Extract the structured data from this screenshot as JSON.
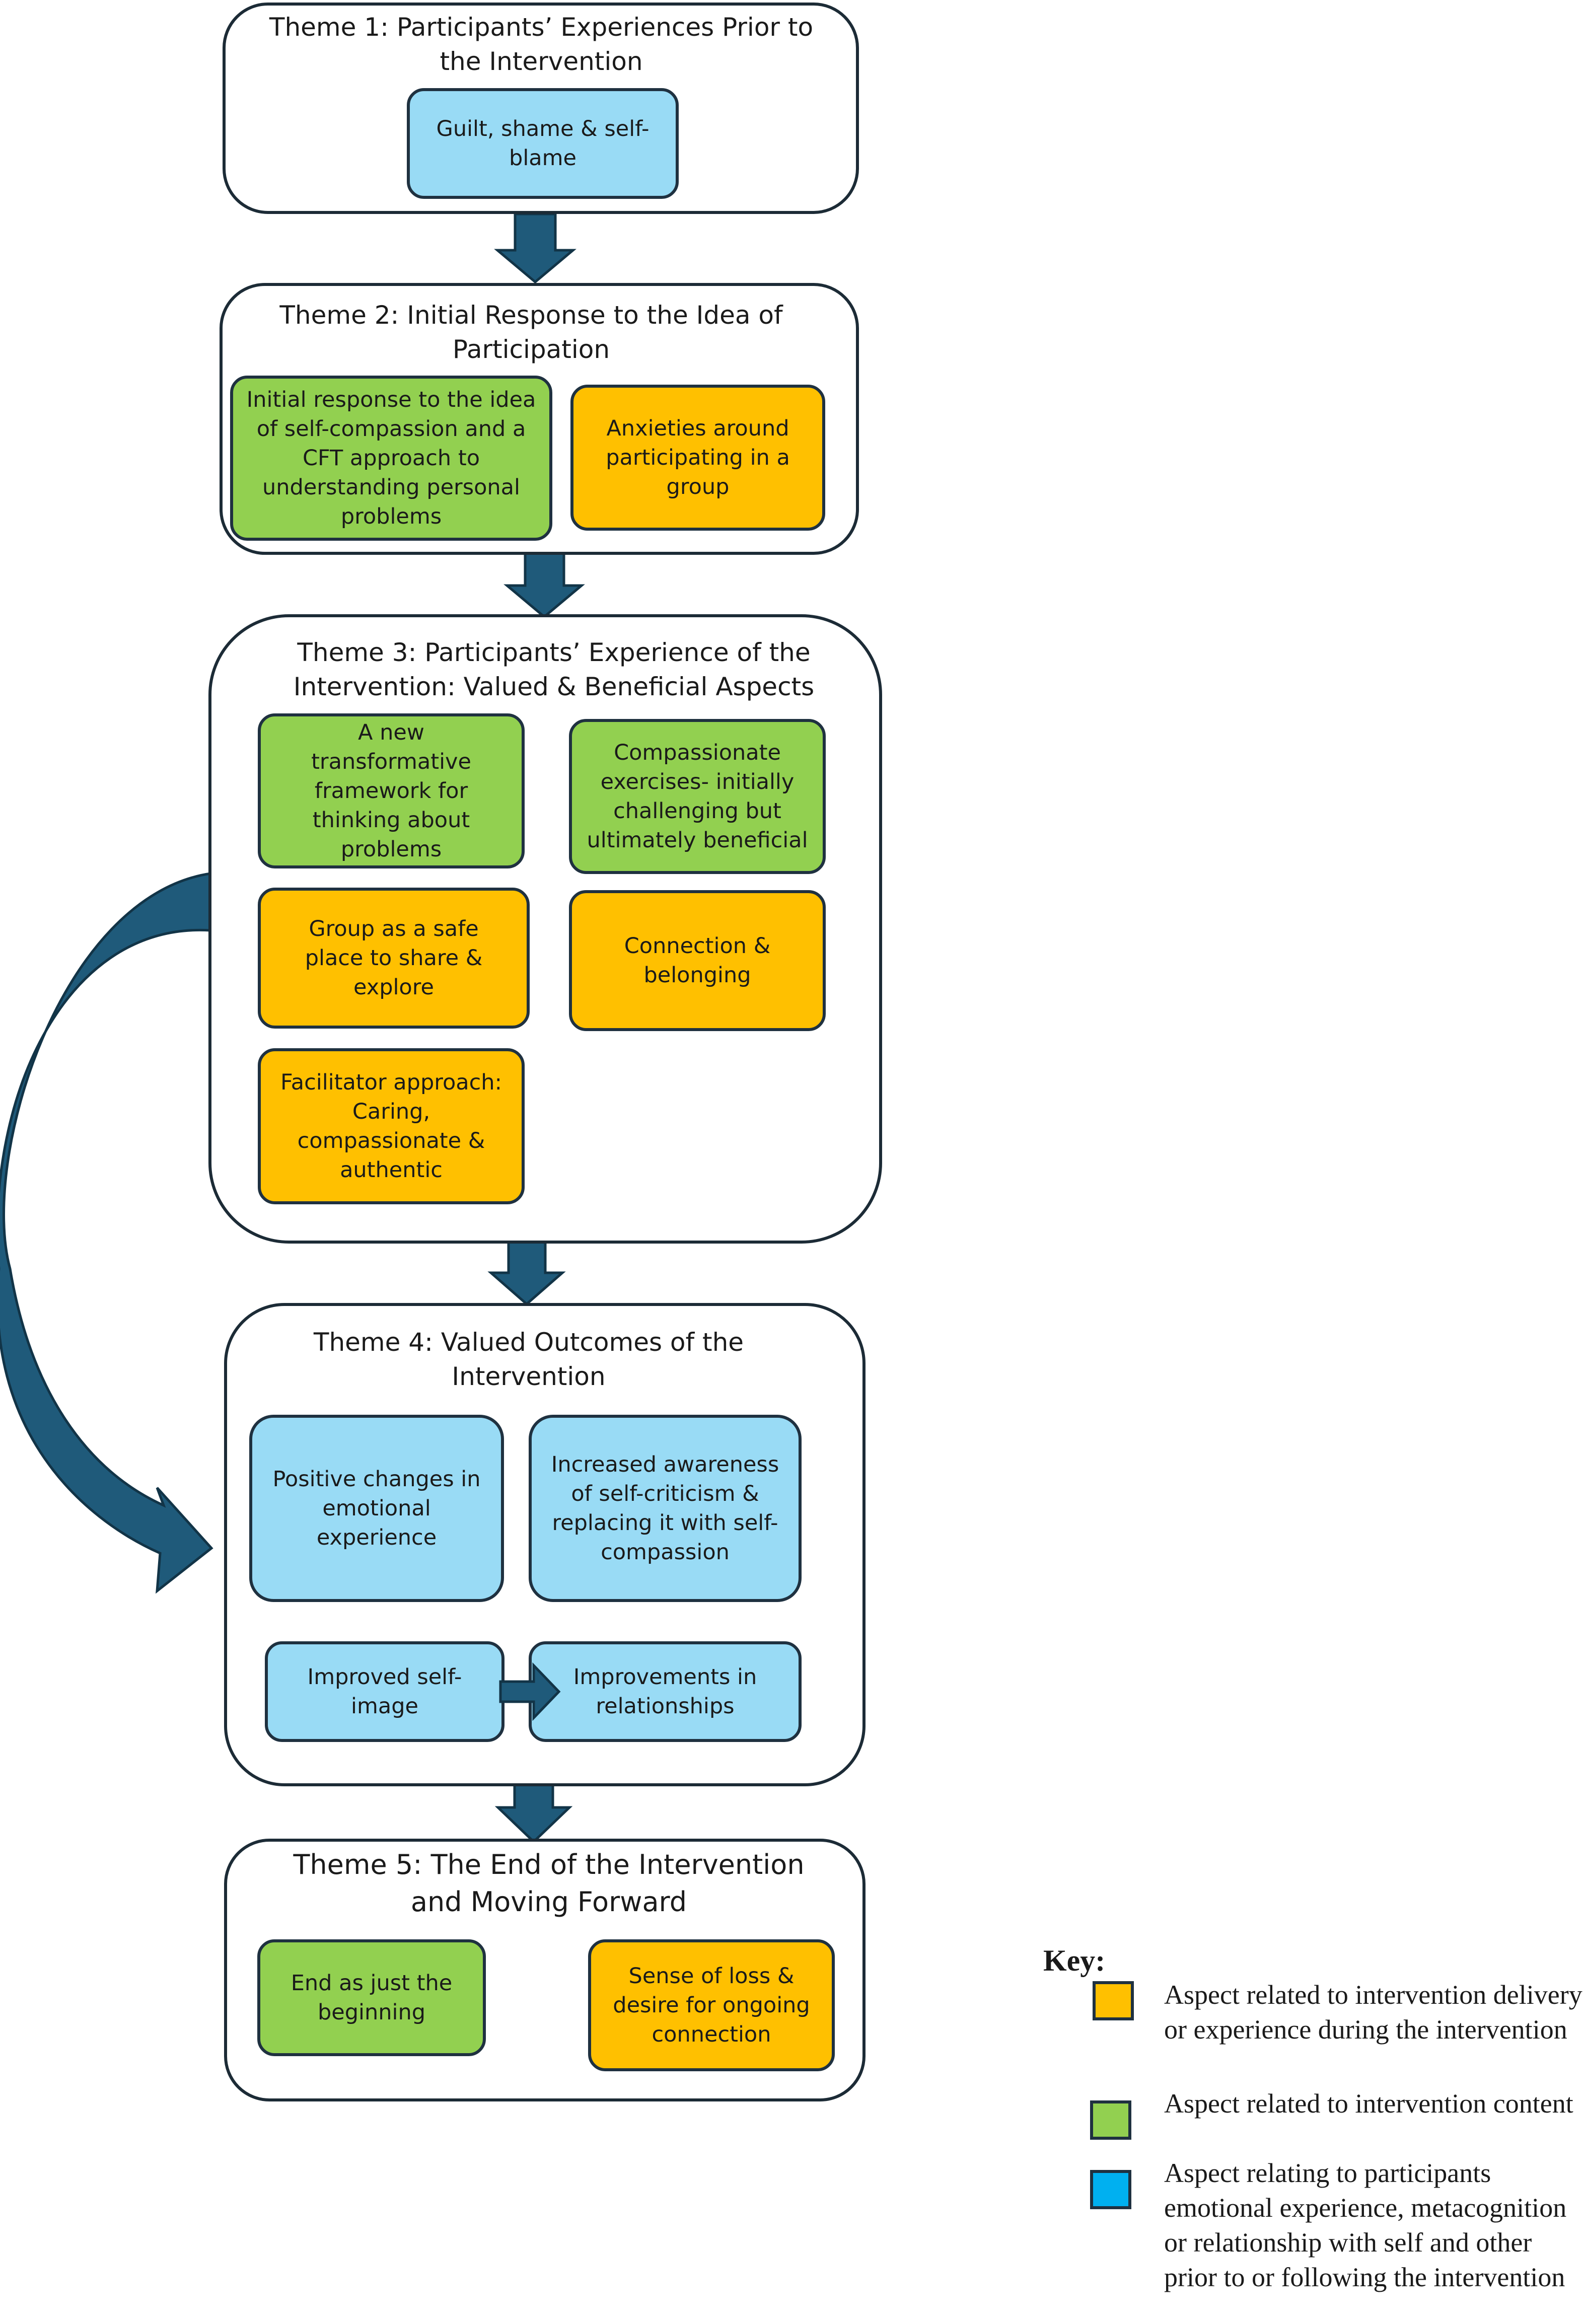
{
  "themes": [
    {
      "title": "Theme 1: Participants’ Experiences Prior to the Intervention",
      "boxes": [
        {
          "text": "Guilt, shame & self-blame",
          "category": "blue"
        }
      ]
    },
    {
      "title": "Theme 2: Initial Response to the Idea of Participation",
      "boxes": [
        {
          "text": "Initial response to the idea of self-compassion and a CFT approach to understanding personal problems",
          "category": "green"
        },
        {
          "text": "Anxieties around participating in a group",
          "category": "orange"
        }
      ]
    },
    {
      "title": "Theme 3: Participants’ Experience of the Intervention: Valued & Beneficial Aspects",
      "boxes": [
        {
          "text": "A new transformative framework for thinking about problems",
          "category": "green"
        },
        {
          "text": "Compassionate exercises- initially challenging but ultimately beneficial",
          "category": "green"
        },
        {
          "text": "Group as a safe place to share & explore",
          "category": "orange"
        },
        {
          "text": "Connection & belonging",
          "category": "orange"
        },
        {
          "text": "Facilitator approach: Caring, compassionate & authentic",
          "category": "orange"
        }
      ]
    },
    {
      "title": "Theme 4: Valued Outcomes of the Intervention",
      "boxes": [
        {
          "text": "Positive changes in emotional experience",
          "category": "blue"
        },
        {
          "text": "Increased awareness of self-criticism & replacing it with self-compassion",
          "category": "blue"
        },
        {
          "text": "Improved self-image",
          "category": "blue"
        },
        {
          "text": "Improvements in relationships",
          "category": "blue"
        }
      ]
    },
    {
      "title": "Theme 5: The End of the Intervention and Moving Forward",
      "boxes": [
        {
          "text": "End as just the beginning",
          "category": "green"
        },
        {
          "text": "Sense of loss & desire for ongoing connection",
          "category": "orange"
        }
      ]
    }
  ],
  "key": {
    "title": "Key:",
    "items": [
      {
        "color": "#ffc000",
        "label": "Aspect related to intervention delivery or experience during the intervention"
      },
      {
        "color": "#92d050",
        "label": "Aspect related to intervention content"
      },
      {
        "color": "#00b0f0",
        "label": "Aspect relating to participants emotional experience, metacognition or relationship with self and other prior to or following the intervention"
      }
    ]
  },
  "colors": {
    "orange": "#ffc000",
    "green": "#92d050",
    "blue": "#99dbf5",
    "arrow": "#1f5a7a",
    "border": "#1f3140"
  }
}
